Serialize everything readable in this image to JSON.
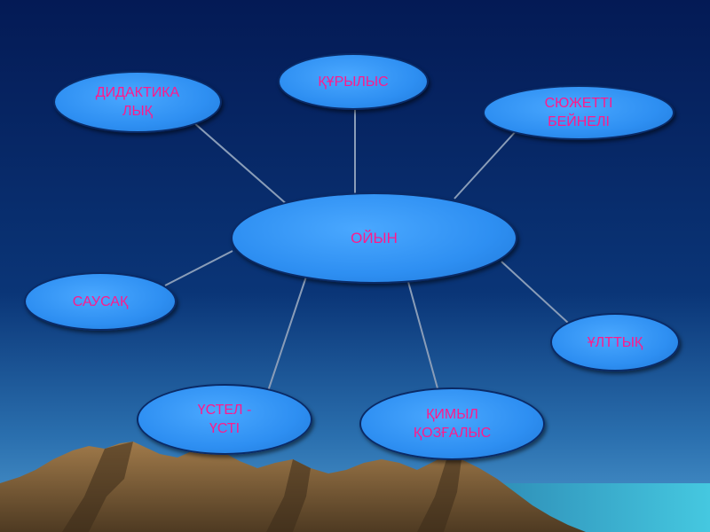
{
  "diagram": {
    "center": {
      "label": "ОЙЫН"
    },
    "nodes": [
      {
        "id": "didaktikalyk",
        "label": "ДИДАКТИКА\nЛЫҚ"
      },
      {
        "id": "kurylys",
        "label": "ҚҰРЫЛЫС"
      },
      {
        "id": "syuzhetti",
        "label": "СЮЖЕТТІ\nБЕЙНЕЛІ"
      },
      {
        "id": "sausak",
        "label": "САУСАҚ"
      },
      {
        "id": "ulttyk",
        "label": "ҰЛТТЫҚ"
      },
      {
        "id": "ustel",
        "label": "ҮСТЕЛ -\nҮСТІ"
      },
      {
        "id": "kimyl",
        "label": "ҚИМЫЛ\nҚОЗҒАЛЫС"
      }
    ],
    "connections": [
      [
        "center",
        "didaktikalyk"
      ],
      [
        "center",
        "kurylys"
      ],
      [
        "center",
        "syuzhetti"
      ],
      [
        "center",
        "sausak"
      ],
      [
        "center",
        "ulttyk"
      ],
      [
        "center",
        "ustel"
      ],
      [
        "center",
        "kimyl"
      ]
    ]
  },
  "colors": {
    "sky_top": "#031a56",
    "sky_bottom": "#2a6fb0",
    "node_fill": "#2e8ff2",
    "node_text": "#ff1a8c",
    "connector": "#8a9db8",
    "mountain": "#7a5a36"
  }
}
